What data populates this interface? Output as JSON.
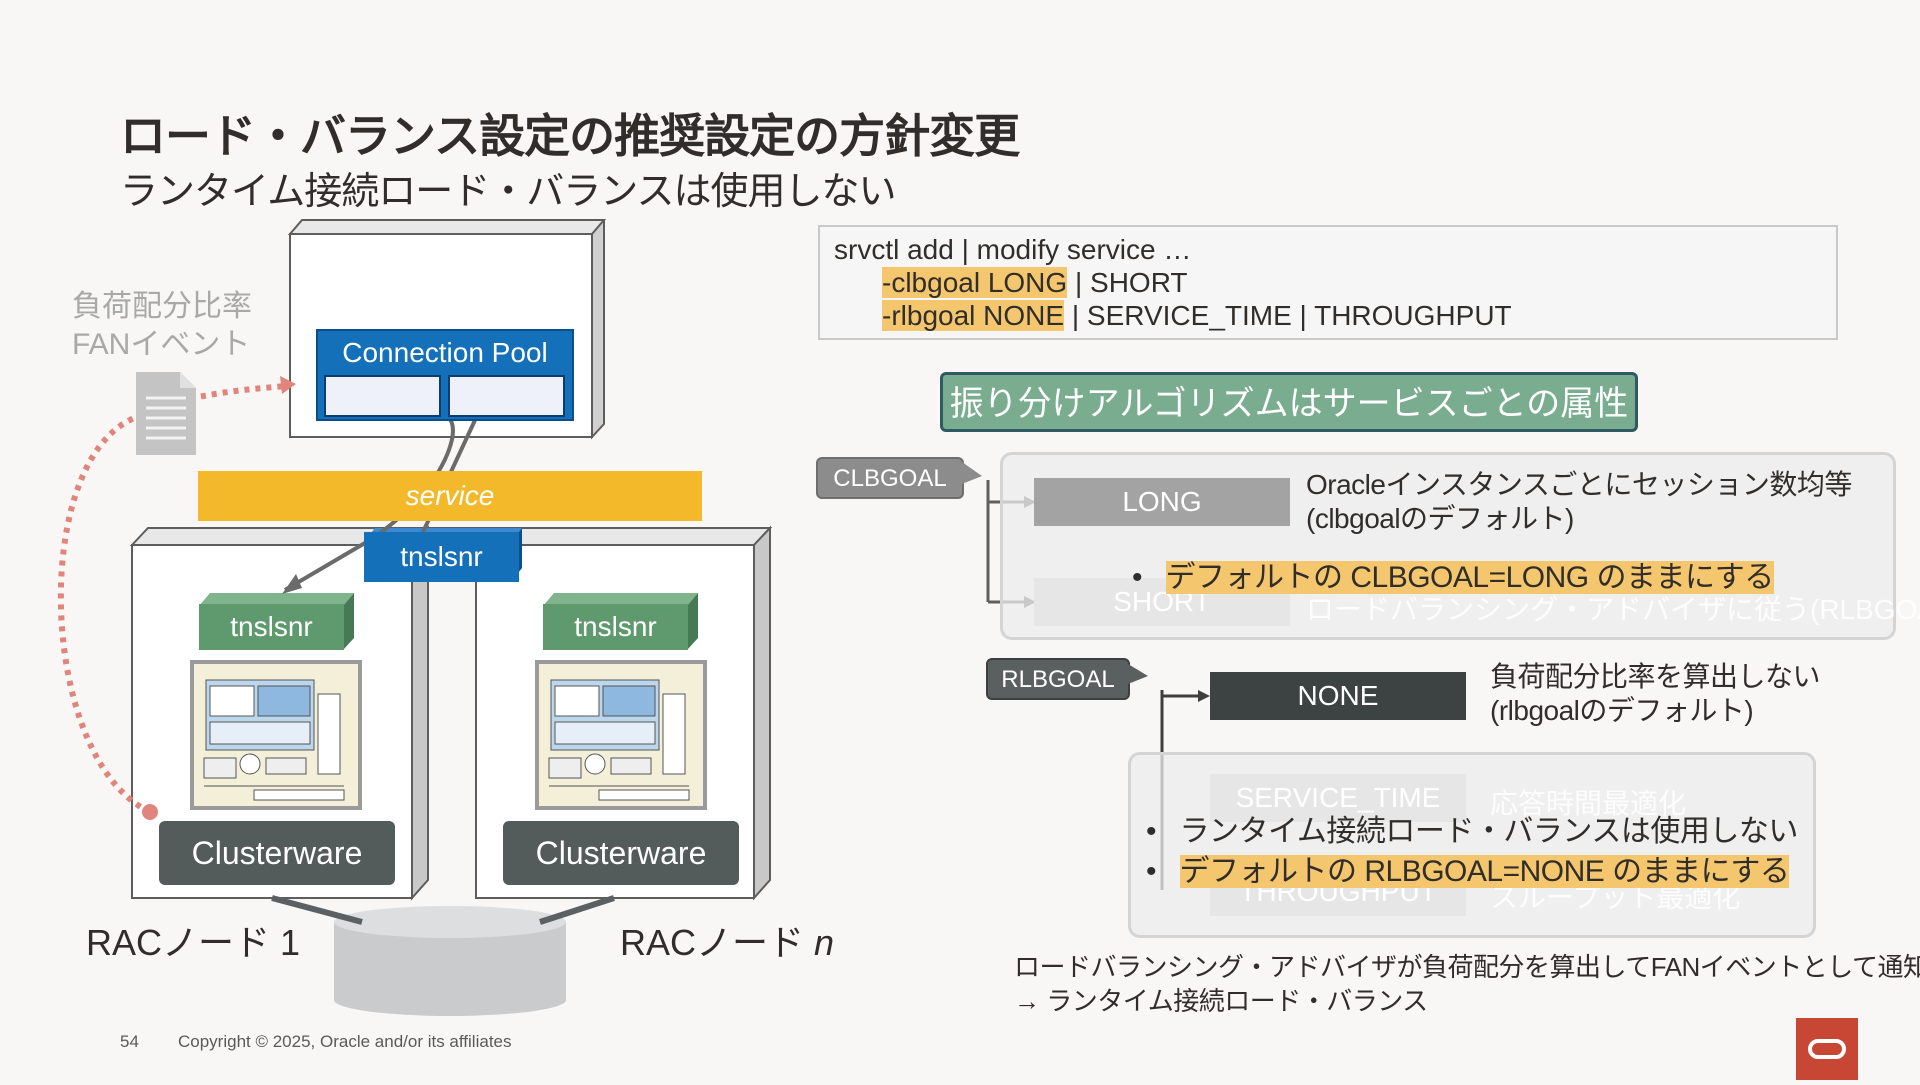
{
  "title": "ロード・バランス設定の推奨設定の方針変更",
  "subtitle": "ランタイム接続ロード・バランスは使用しない",
  "left_diagram": {
    "fan_label_line1": "負荷配分比率",
    "fan_label_line2": "FANイベント",
    "connection_pool": "Connection Pool",
    "service": "service",
    "tnslsnr_scan": "tnslsnr",
    "node1": {
      "tnslsnr": "tnslsnr",
      "clusterware": "Clusterware",
      "label": "RACノード 1"
    },
    "node2": {
      "tnslsnr": "tnslsnr",
      "clusterware": "Clusterware",
      "label_prefix": "RACノード ",
      "label_var": "n"
    }
  },
  "command": {
    "line1": "srvctl add | modify service …",
    "line2_hl": "-clbgoal LONG",
    "line2_rest": " | SHORT",
    "line3_hl": "-rlbgoal NONE",
    "line3_rest": " | SERVICE_TIME | THROUGHPUT"
  },
  "attr_header": "振り分けアルゴリズムはサービスごとの属性",
  "clbgoal": {
    "callout": "CLBGOAL",
    "long_label": "LONG",
    "long_desc1": "Oracleインスタンスごとにセッション数均等",
    "long_desc2": "(clbgoalのデフォルト)",
    "short_label": "SHORT",
    "short_desc": "ロードバランシング・アドバイザに従う(RLBGOAL)",
    "bullet": "デフォルトの CLBGOAL=LONG のままにする"
  },
  "rlbgoal": {
    "callout": "RLBGOAL",
    "none_label": "NONE",
    "none_desc1": "負荷配分比率を算出しない",
    "none_desc2": "(rlbgoalのデフォルト)",
    "service_time_label": "SERVICE_TIME",
    "service_time_desc": "応答時間最適化",
    "throughput_label": "THROUGHPUT",
    "throughput_desc": "スループット最適化",
    "bullet1": "ランタイム接続ロード・バランスは使用しない",
    "bullet2": "デフォルトの RLBGOAL=NONE のままにする"
  },
  "bottom_note_line1": "ロードバランシング・アドバイザが負荷配分を算出してFANイベントとして通知",
  "bottom_note_line2": "→ ランタイム接続ロード・バランス",
  "footer": {
    "page": "54",
    "copyright": "Copyright © 2025, Oracle and/or its affiliates"
  },
  "colors": {
    "highlight": "#f4c66d",
    "oracle_red": "#c74634",
    "blue": "#1470b9",
    "green": "#5f9a6e",
    "service": "#f4b82b"
  }
}
